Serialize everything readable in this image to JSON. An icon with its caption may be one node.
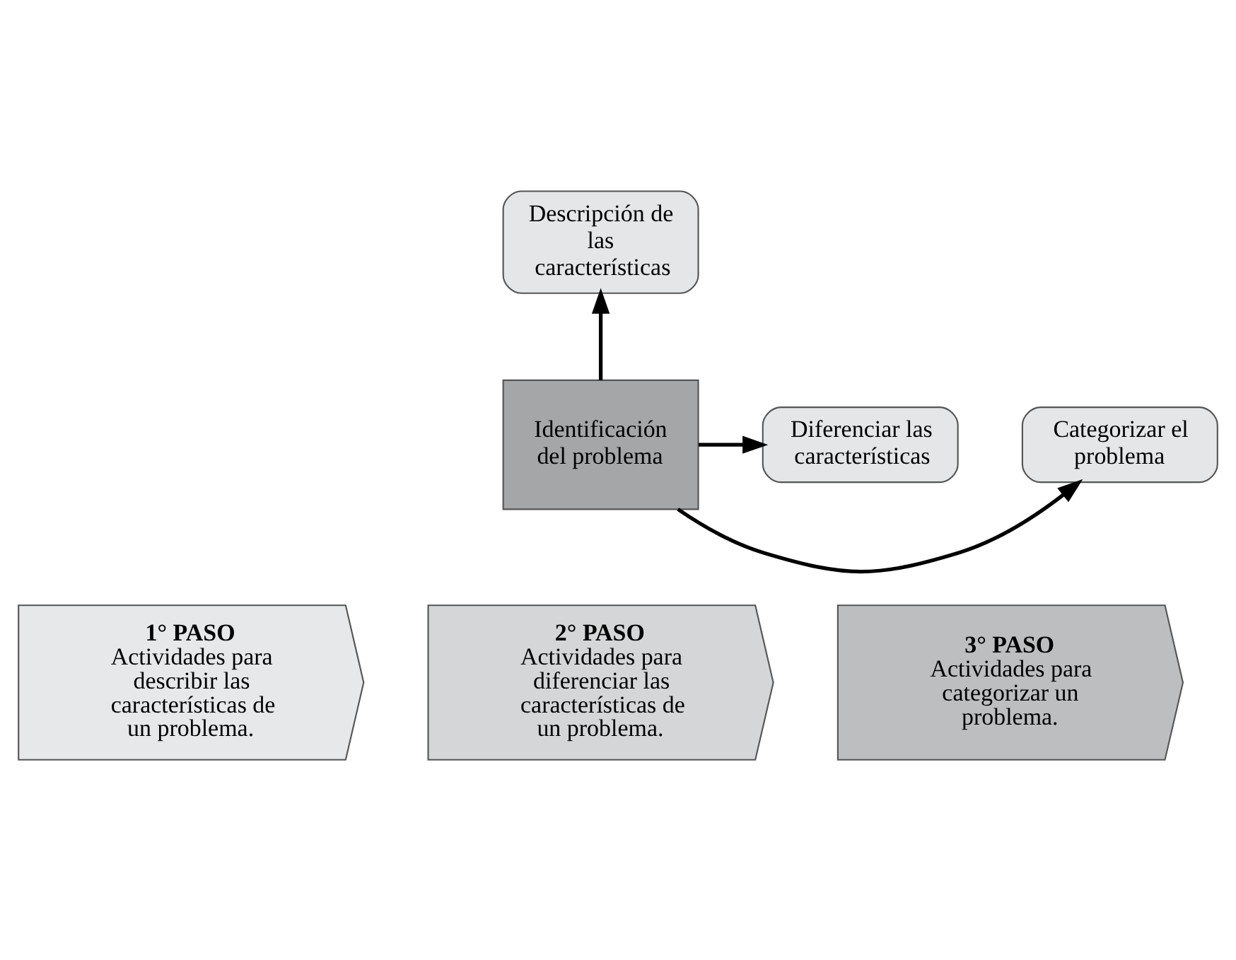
{
  "diagram": {
    "nodes": [
      {
        "text": [
          "Descripción de las características"
        ]
      },
      {
        "text": [
          "Categorizar el problema"
        ]
      },
      {
        "text": [
          "Identificación del problema"
        ]
      },
      {
        "text": [
          "Diferenciar las características"
        ]
      },
      {
        "text": [
          "1° PASO",
          "Actividades para describir las características de un problema."
        ]
      },
      {
        "text": [
          "2° PASO",
          "Actividades para diferenciar las características de un problema."
        ]
      },
      {
        "text": [
          "3° PASO",
          "Actividades para categorizar un problema."
        ]
      }
    ],
    "edges": [
      {
        "from": 2,
        "to": 0,
        "arrow": "to"
      },
      {
        "from": 2,
        "to": 1,
        "arrow": "to"
      },
      {
        "from": 2,
        "to": 3,
        "arrow": "to"
      }
    ]
  }
}
